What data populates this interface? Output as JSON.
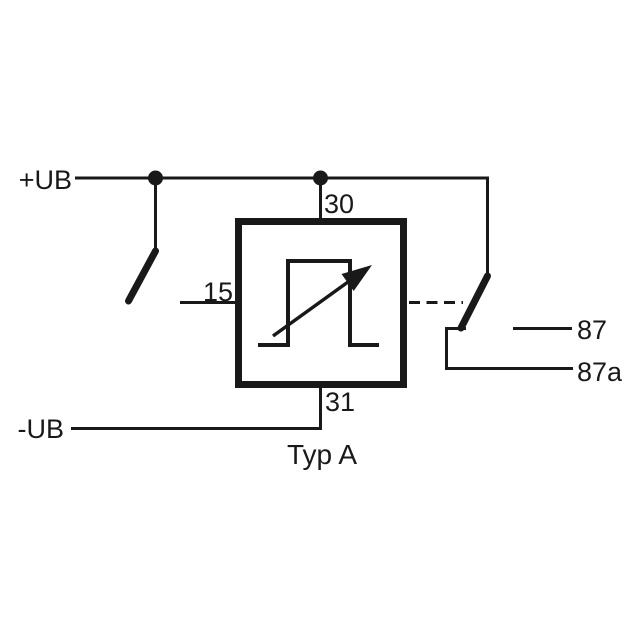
{
  "diagram": {
    "title": "Typ A",
    "labels": {
      "supply_positive": "+UB",
      "supply_negative": "-UB",
      "terminal_30": "30",
      "terminal_15": "15",
      "terminal_31": "31",
      "terminal_87": "87",
      "terminal_87a": "87a"
    },
    "colors": {
      "line": "#191919",
      "background": "#ffffff"
    }
  }
}
